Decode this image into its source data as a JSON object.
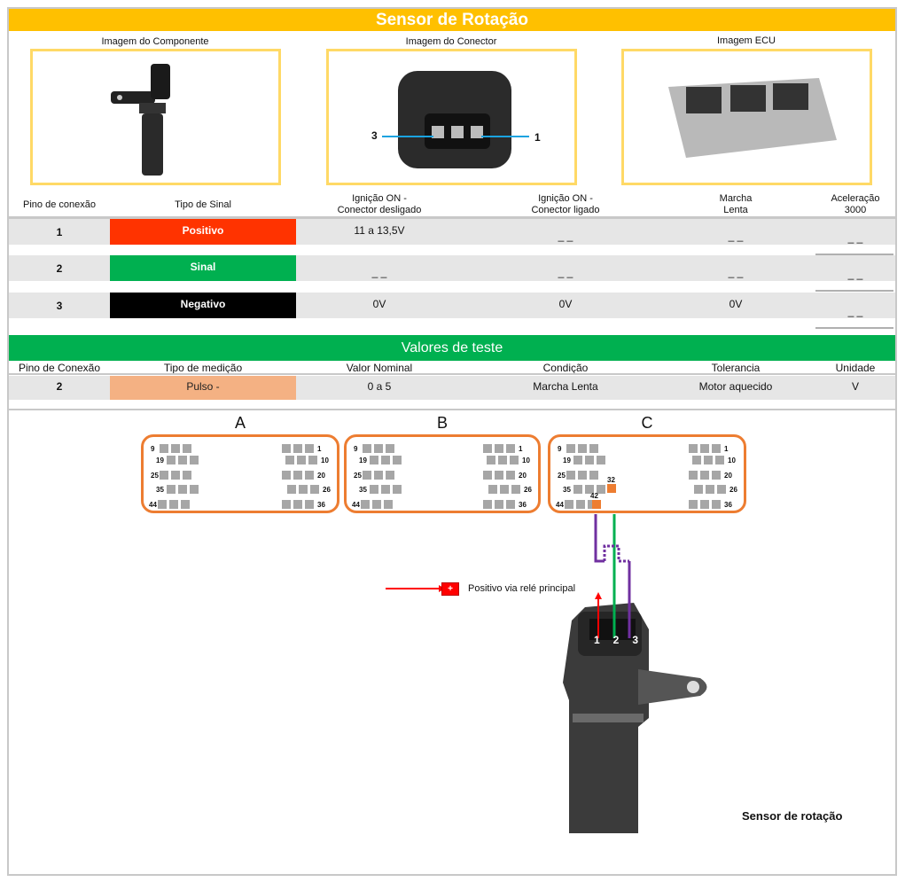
{
  "title": "Sensor de Rotação",
  "images": {
    "component": "Imagem do Componente",
    "connector": "Imagem do Conector",
    "ecu": "Imagem ECU",
    "connector_pin_left": "3",
    "connector_pin_right": "1"
  },
  "table": {
    "headers": [
      "Pino de conexão",
      "Tipo de Sinal",
      "Ignição ON -\nConector desligado",
      "Ignição ON -\nConector ligado",
      "Marcha\nLenta",
      "Aceleração\n3000"
    ],
    "rows": [
      {
        "pin": "1",
        "type": "Positivo",
        "color": "#FF3300",
        "v1": "11 a 13,5V",
        "v2": "_ _",
        "v3": "_ _",
        "v4": "_ _"
      },
      {
        "pin": "2",
        "type": "Sinal",
        "color": "#00B050",
        "v1": "_ _",
        "v2": "_ _",
        "v3": "_ _",
        "v4": "_ _"
      },
      {
        "pin": "3",
        "type": "Negativo",
        "color": "#000000",
        "v1": "0V",
        "v2": "0V",
        "v3": "0V",
        "v4": "_ _"
      }
    ]
  },
  "test": {
    "title": "Valores de teste",
    "headers": [
      "Pino de Conexão",
      "Tipo de medição",
      "Valor Nominal",
      "Condição",
      "Tolerancia",
      "Unidade"
    ],
    "row": {
      "pin": "2",
      "type": "Pulso -",
      "nominal": "0 a 5",
      "condition": "Marcha Lenta",
      "tolerance": "Motor aquecido",
      "unit": "V"
    }
  },
  "ecu_connectors": {
    "names": [
      "A",
      "B",
      "C"
    ],
    "left_pins": [
      "9",
      "19",
      "25",
      "35",
      "44"
    ],
    "right_pins": [
      "1",
      "10",
      "20",
      "26",
      "36"
    ],
    "highlight_pins": [
      "32",
      "42"
    ]
  },
  "diagram": {
    "plus": "+",
    "relay_label": "Positivo via relé principal",
    "sensor_pins": [
      "1",
      "2",
      "3"
    ],
    "caption": "Sensor de rotação"
  }
}
